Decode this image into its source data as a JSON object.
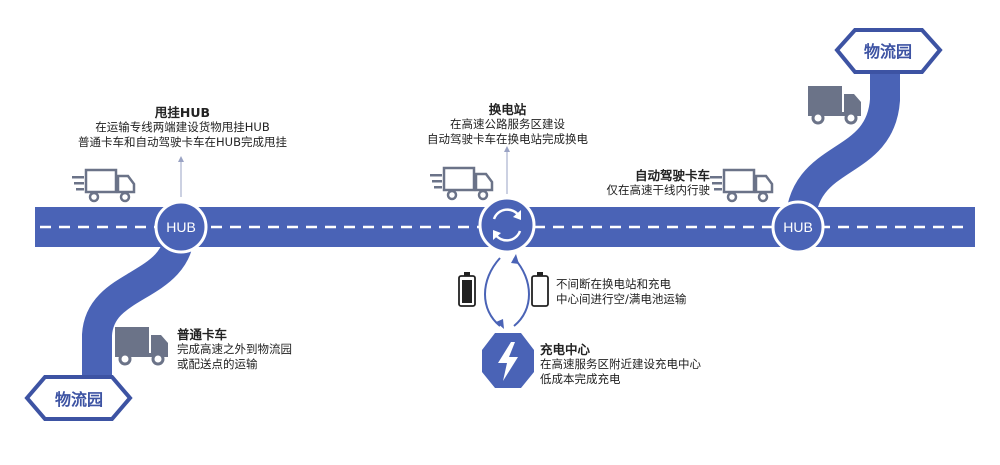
{
  "colors": {
    "road": "#4a63b6",
    "road_dark": "#3d53a3",
    "truck_gray": "#6b7388",
    "dash": "#ffffff"
  },
  "hub_left": {
    "node": "HUB",
    "title": "甩挂HUB",
    "lines": [
      "在运输专线两端建设货物甩挂HUB",
      "普通卡车和自动驾驶卡车在HUB完成甩挂"
    ]
  },
  "swap_station": {
    "title": "换电站",
    "lines": [
      "在高速公路服务区建设",
      "自动驾驶卡车在换电站完成换电"
    ]
  },
  "autonomous": {
    "title": "自动驾驶卡车",
    "lines": [
      "仅在高速干线内行驶"
    ]
  },
  "hub_right": {
    "node": "HUB"
  },
  "park_top": {
    "label": "物流园"
  },
  "park_bottom": {
    "label": "物流园"
  },
  "normal_truck": {
    "title": "普通卡车",
    "lines": [
      "完成高速之外到物流园",
      "或配送点的运输"
    ]
  },
  "battery_transport": {
    "lines": [
      "不间断在换电站和充电",
      "中心间进行空/满电池运输"
    ]
  },
  "charging_center": {
    "title": "充电中心",
    "lines": [
      "在高速服务区附近建设充电中心",
      "低成本完成充电"
    ]
  },
  "icons": [
    "truck-icon",
    "refresh-icon",
    "battery-full-icon",
    "battery-empty-icon",
    "lightning-icon"
  ]
}
